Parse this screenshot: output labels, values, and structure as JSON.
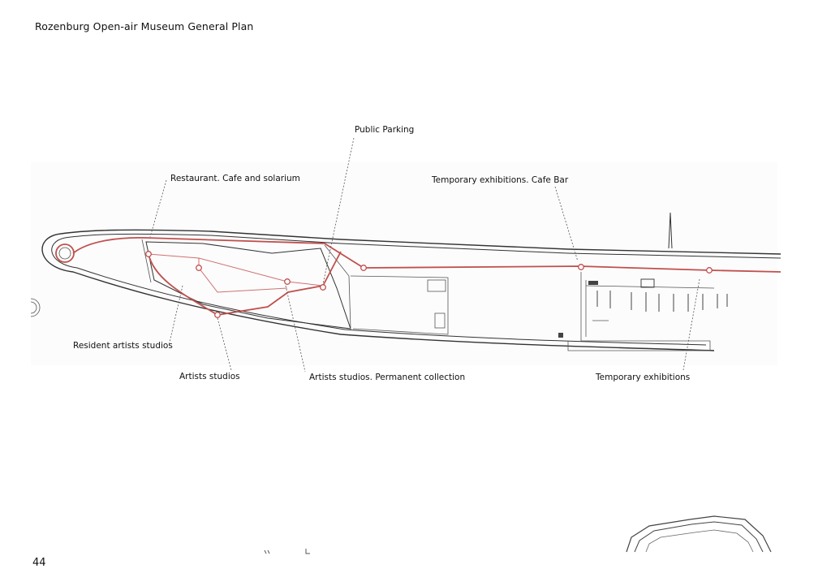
{
  "page": {
    "title": "Rozenburg Open-air Museum General Plan",
    "number": "44"
  },
  "labels": {
    "public_parking": "Public Parking",
    "restaurant": "Restaurant. Cafe and solarium",
    "temp_exhibitions_cafe": "Temporary exhibitions. Cafe Bar",
    "resident_artists": "Resident artists studios",
    "artists_studios": "Artists studios",
    "artists_permanent": "Artists studios. Permanent collection",
    "temp_exhibitions": "Temporary exhibitions"
  },
  "colors": {
    "route": "#c0504d",
    "outline": "#333333"
  }
}
